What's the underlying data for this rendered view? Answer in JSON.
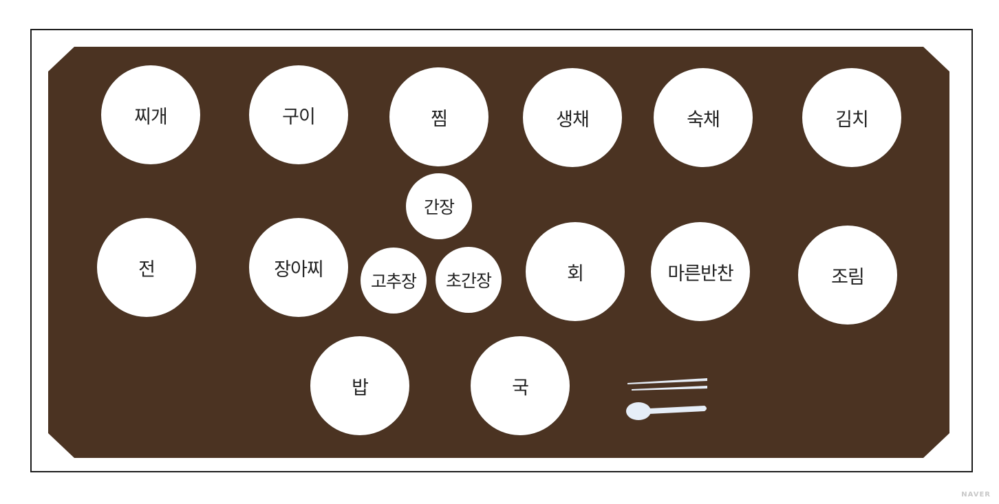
{
  "colors": {
    "tablecloth": "#4b3322",
    "dish": "#ffffff",
    "frame": "#1a1a1a",
    "cutlery": "#e6eef8"
  },
  "dishes": {
    "jjigae": "찌개",
    "gui": "구이",
    "jjim": "찜",
    "saengchae": "생채",
    "sukchae": "숙채",
    "kimchi": "김치",
    "ganjang": "간장",
    "jeon": "전",
    "jangajji": "장아찌",
    "gochujang": "고추장",
    "chogangjang": "초간장",
    "hoe": "회",
    "mareunbanchan": "마른반찬",
    "jorim": "조림",
    "bap": "밥",
    "guk": "국"
  },
  "icons": {
    "chopsticks": "chopsticks-icon",
    "spoon": "spoon-icon"
  },
  "watermark": "NAVER"
}
